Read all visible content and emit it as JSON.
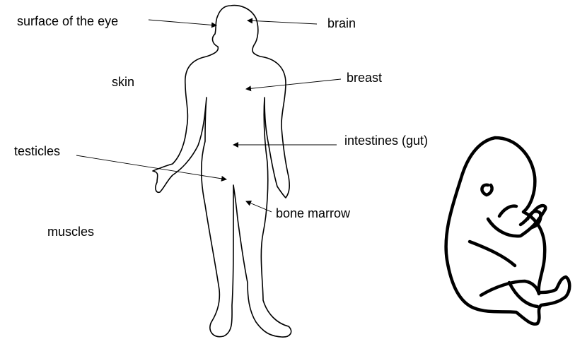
{
  "labels": {
    "surface_of_the_eye": "surface of the eye",
    "brain": "brain",
    "breast": "breast",
    "skin": "skin",
    "testicles": "testicles",
    "intestines": "intestines (gut)",
    "bone_marrow": "bone marrow",
    "muscles": "muscles"
  },
  "colors": {
    "outline": "#000000",
    "background": "#ffffff"
  }
}
